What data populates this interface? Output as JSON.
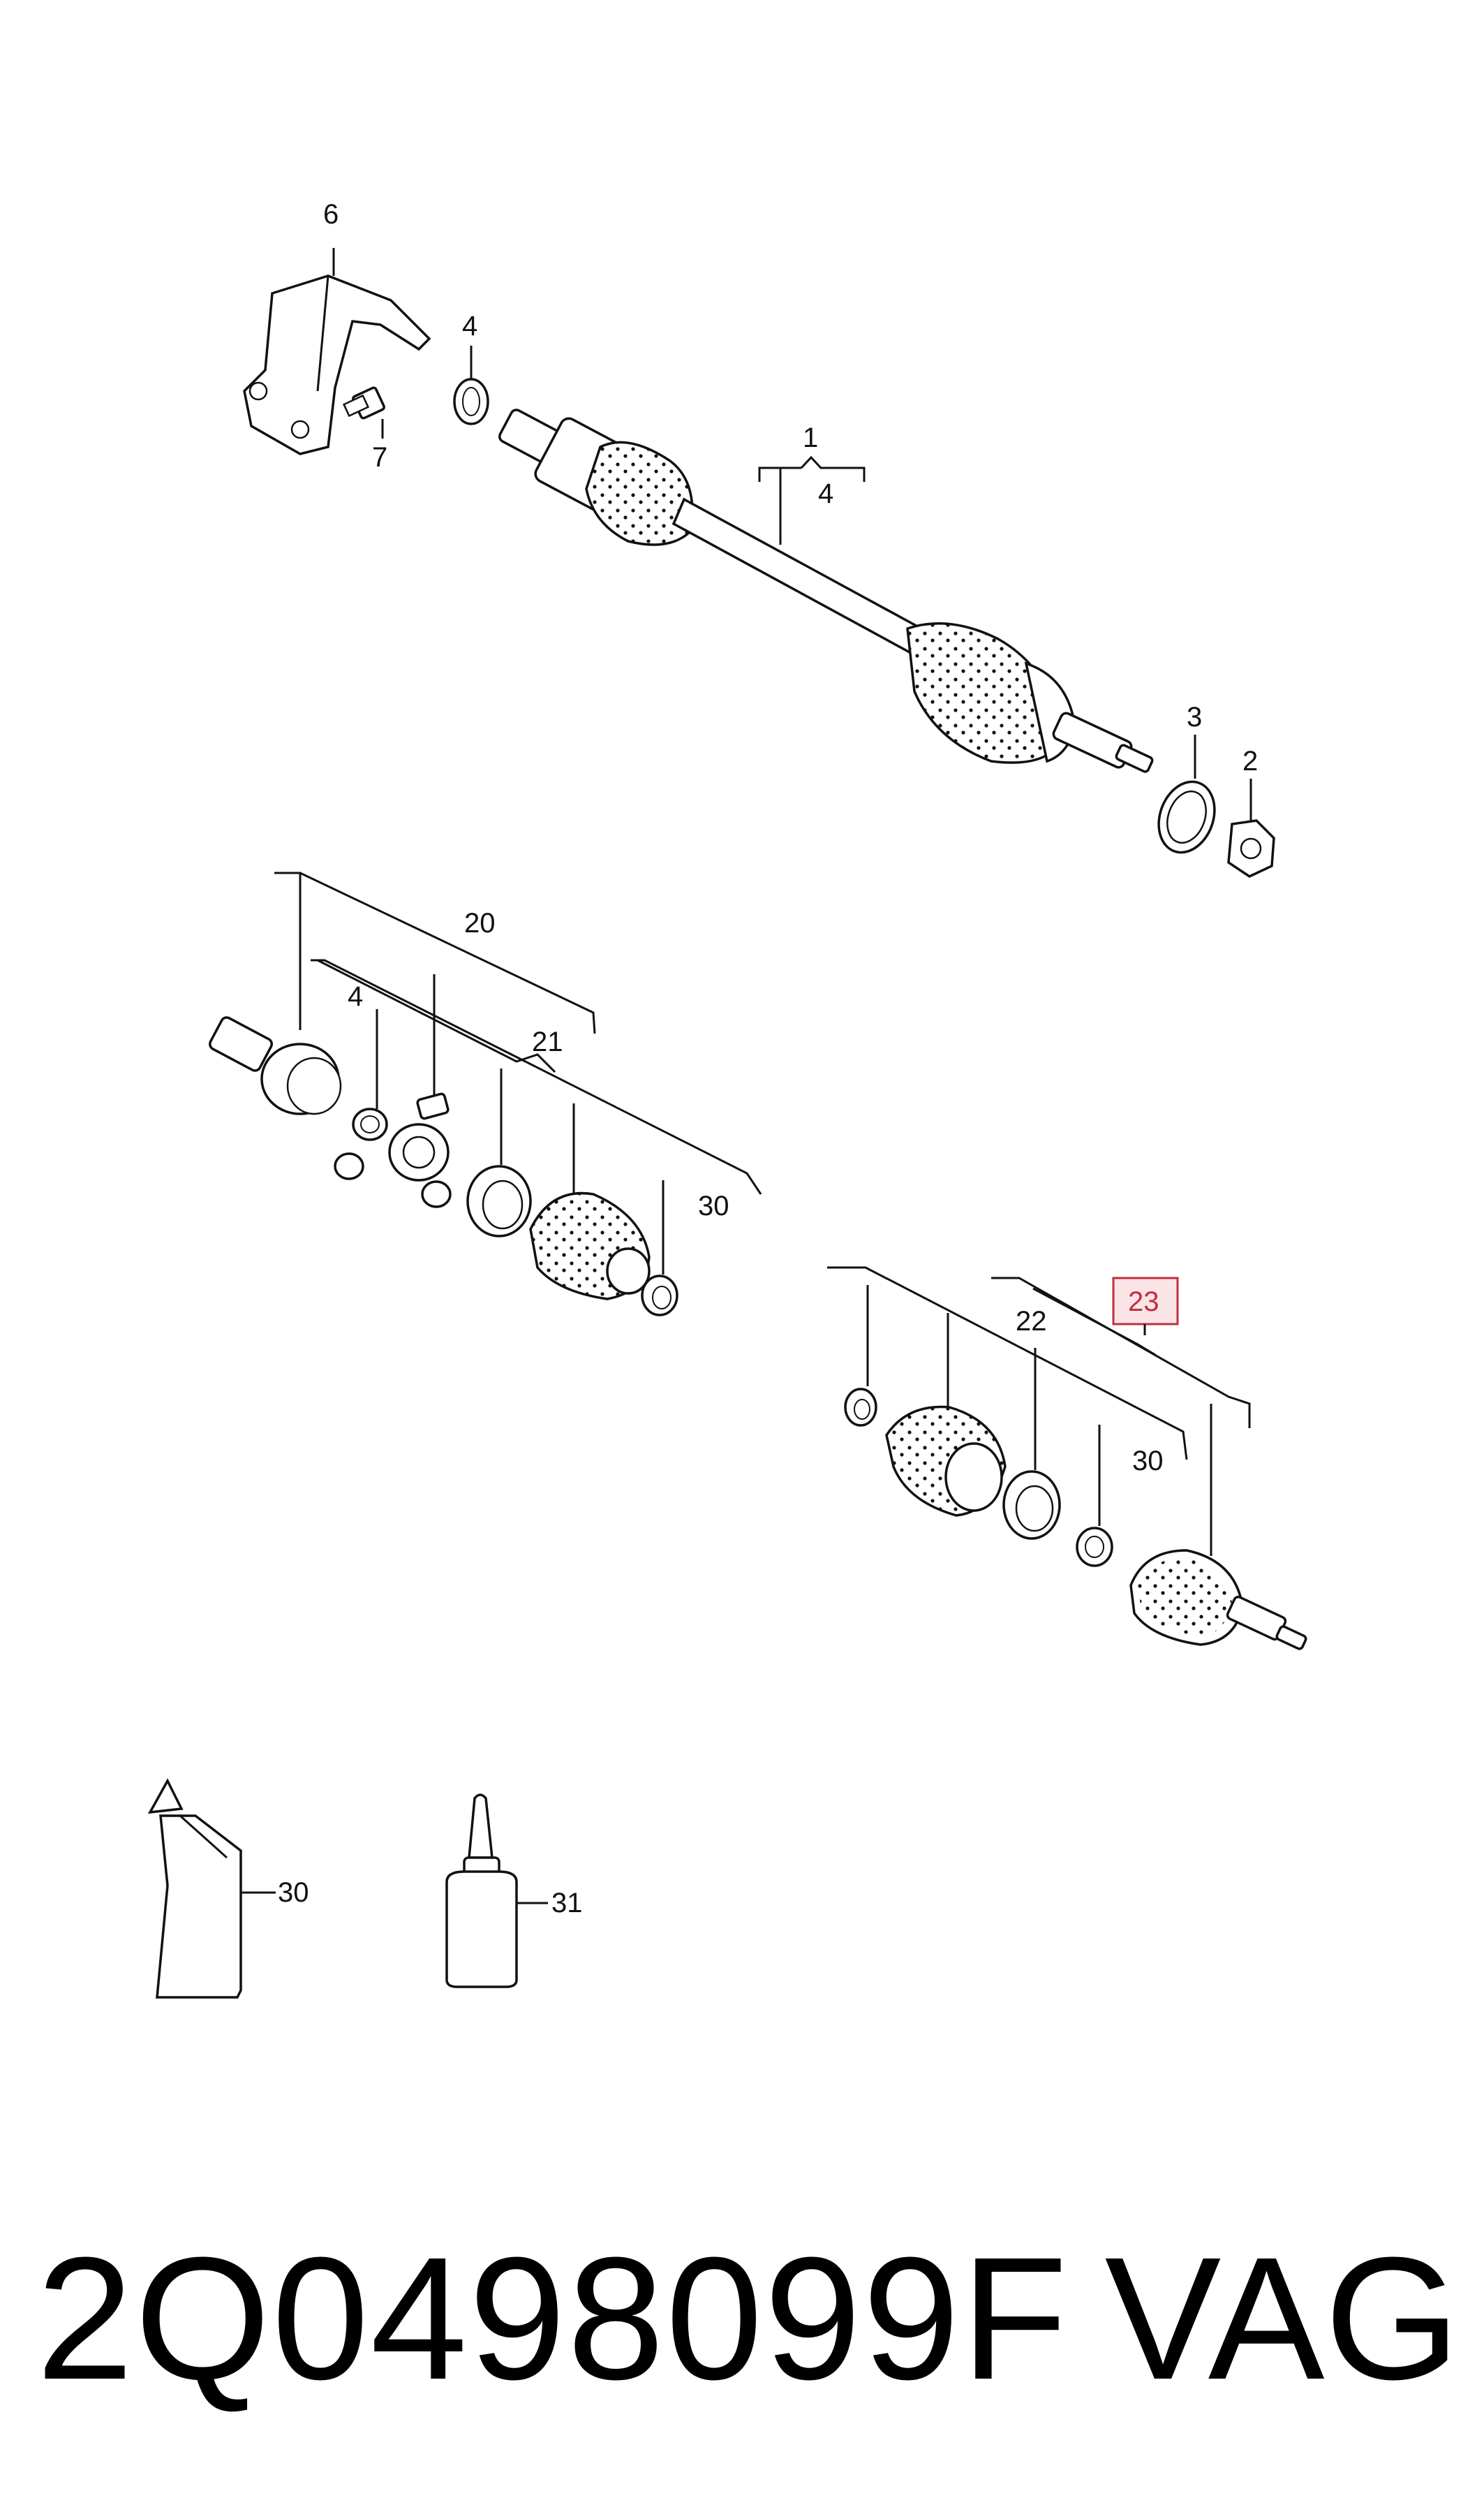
{
  "callouts": {
    "c6": "6",
    "c7": "7",
    "c4_top": "4",
    "c1": "1",
    "c4_bracket": "4",
    "c3": "3",
    "c2": "2",
    "c20": "20",
    "c21": "21",
    "c4_mid": "4",
    "c30_mid": "30",
    "c22": "22",
    "c23": "23",
    "c30_right": "30",
    "c30_tube": "30",
    "c31": "31"
  },
  "footer": {
    "part_number": "2Q0498099F",
    "brand": "VAG"
  },
  "colors": {
    "highlight": "#c03040",
    "highlight_fill": "#fbe4e6",
    "line": "#111111"
  }
}
